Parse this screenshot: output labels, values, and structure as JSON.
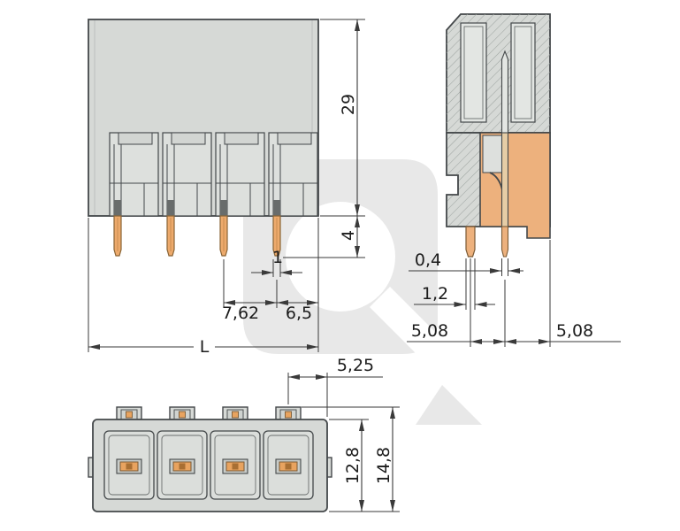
{
  "front_view": {
    "height": "29",
    "pin_length": "4",
    "pin_width": "1",
    "pin_pitch": "7,62",
    "edge_offset": "6,5",
    "total_length": "L"
  },
  "side_view": {
    "pin_thickness": "0,4",
    "leg_width": "1,2",
    "pitch_left": "5,08",
    "pitch_right": "5,08"
  },
  "bottom_view": {
    "pin_edge_offset": "5,25",
    "body_depth": "12,8",
    "total_depth": "14,8"
  }
}
